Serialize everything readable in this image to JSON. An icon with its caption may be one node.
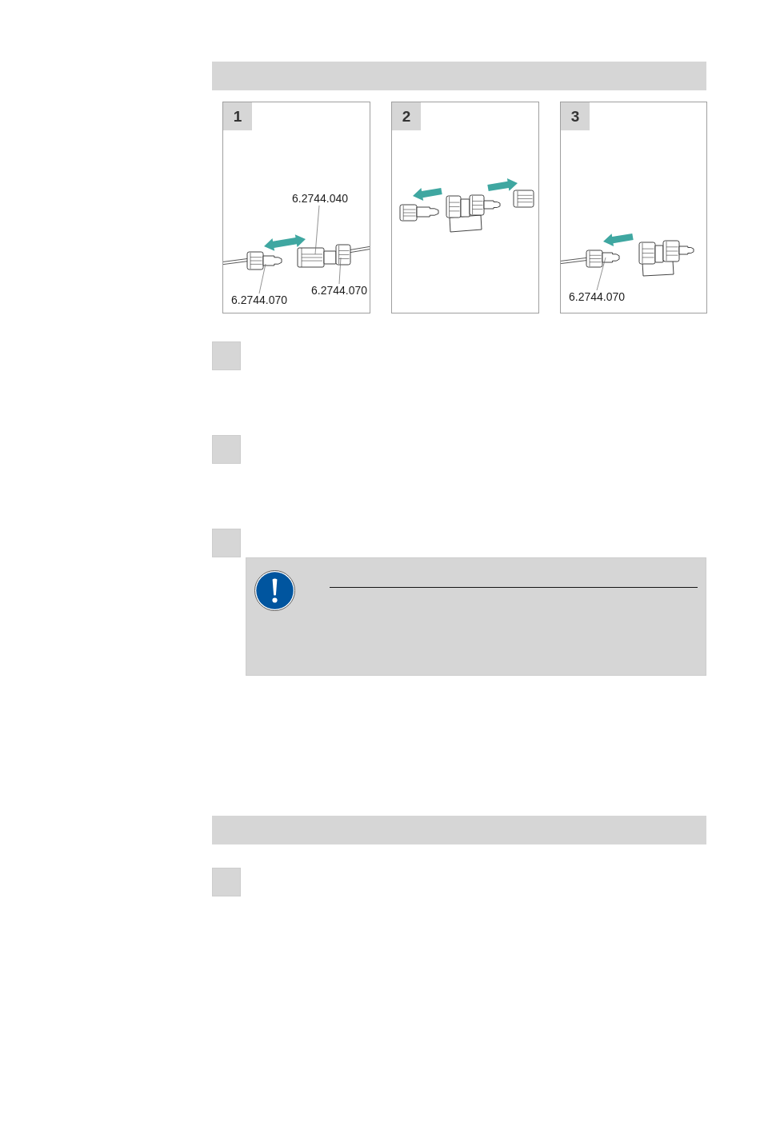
{
  "diagram": {
    "nodes": [
      {
        "text": [],
        "shape": "bar"
      },
      {
        "text": [],
        "shape": "box"
      },
      {
        "text": [
          "1"
        ],
        "in": 1
      },
      {
        "text": [
          "6.2744.040"
        ],
        "in": 1
      },
      {
        "text": [
          "6.2744.070"
        ],
        "in": 1
      },
      {
        "text": [
          "6.2744.070"
        ],
        "in": 1
      },
      {
        "text": [],
        "shape": "box"
      },
      {
        "text": [
          "2"
        ],
        "in": 6
      },
      {
        "text": [],
        "shape": "box"
      },
      {
        "text": [
          "3"
        ],
        "in": 8
      },
      {
        "text": [
          "6.2744.070"
        ],
        "in": 8
      },
      {
        "text": [],
        "shape": "box"
      },
      {
        "text": [],
        "shape": "box"
      },
      {
        "text": [],
        "shape": "box"
      },
      {
        "text": [],
        "shape": "box"
      },
      {
        "text": [],
        "shape": "bar"
      },
      {
        "text": [],
        "shape": "box"
      }
    ],
    "edges": [
      {
        "from": 3,
        "to": null,
        "arrow": "none"
      },
      {
        "from": 4,
        "to": null,
        "arrow": "none"
      },
      {
        "from": 5,
        "to": null,
        "arrow": "none"
      },
      {
        "from": 10,
        "to": null,
        "arrow": "none"
      }
    ]
  }
}
